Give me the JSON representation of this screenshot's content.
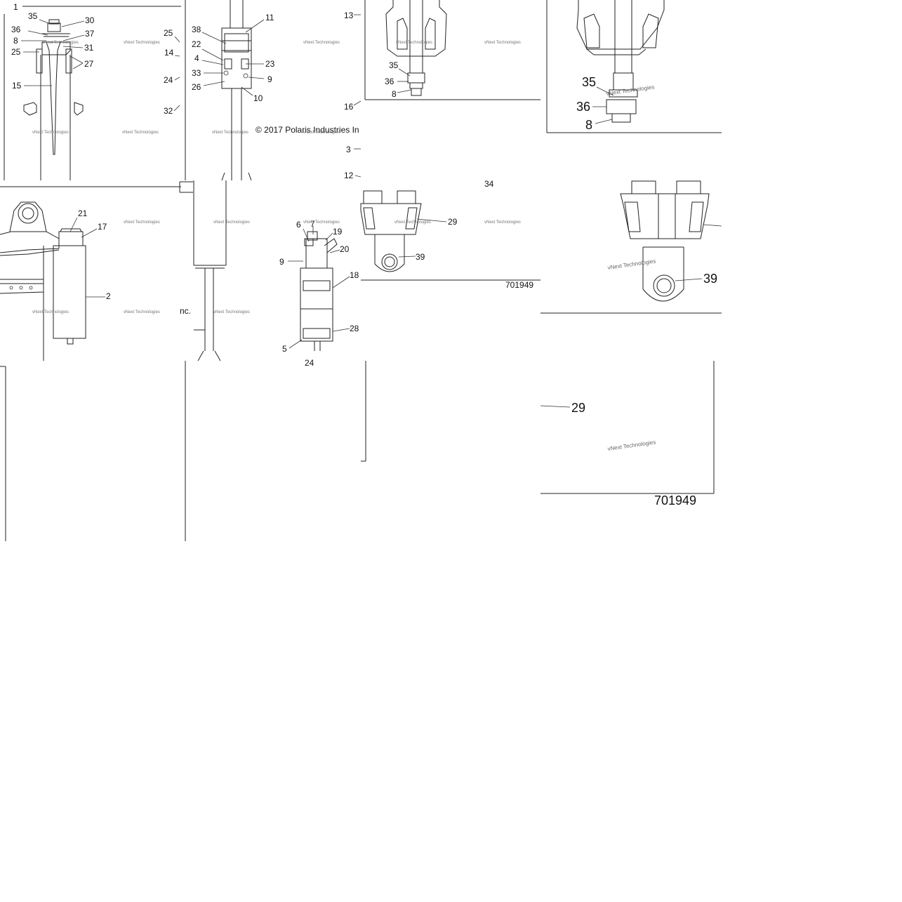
{
  "copyright": "© 2017 Polaris Industries In",
  "copyright_tail": "nc.",
  "drawing_number": "701949",
  "watermark": "vNext Technologies",
  "callouts": {
    "c1": "1",
    "c2": "2",
    "c3": "3",
    "c4": "4",
    "c5": "5",
    "c6": "6",
    "c7": "7",
    "c8": "8",
    "c9": "9",
    "c10": "10",
    "c11": "11",
    "c12": "12",
    "c13": "13",
    "c14": "14",
    "c15": "15",
    "c16": "16",
    "c17": "17",
    "c18": "18",
    "c19": "19",
    "c20": "20",
    "c21": "21",
    "c22": "22",
    "c23": "23",
    "c24": "24",
    "c25": "25",
    "c26": "26",
    "c27": "27",
    "c28": "28",
    "c29": "29",
    "c30": "30",
    "c31": "31",
    "c32": "32",
    "c33": "33",
    "c34": "34",
    "c35": "35",
    "c36": "36",
    "c37": "37",
    "c38": "38",
    "c39": "39",
    "c24partial": "24"
  }
}
